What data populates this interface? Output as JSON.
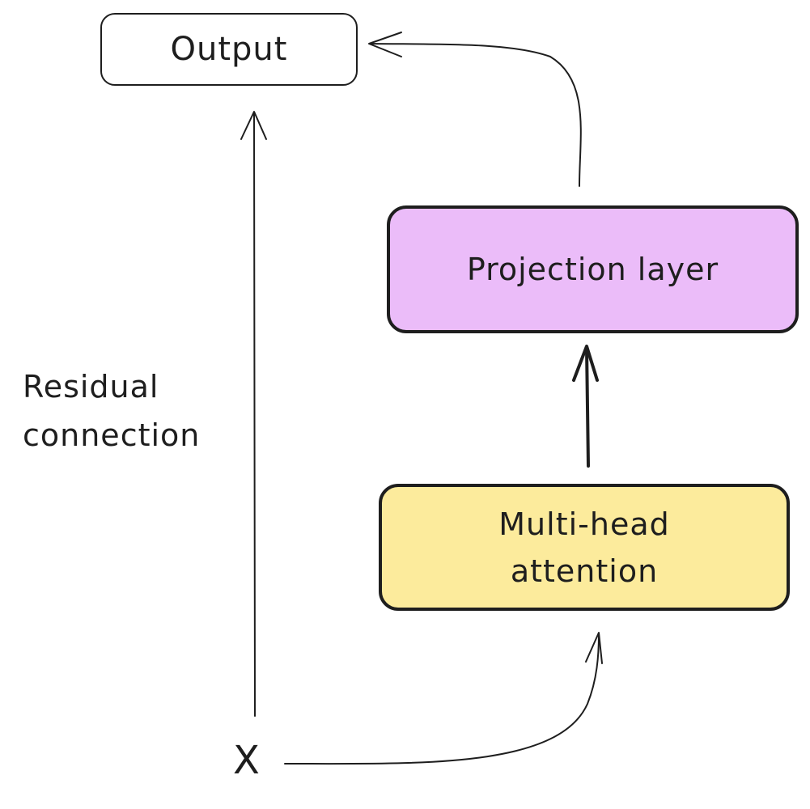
{
  "nodes": {
    "output": "Output",
    "projection": "Projection layer",
    "attention_line1": "Multi-head",
    "attention_line2": "attention"
  },
  "labels": {
    "residual_line1": "Residual",
    "residual_line2": "connection",
    "input": "X"
  },
  "colors": {
    "projection_fill": "#ebbcf9",
    "attention_fill": "#fceb9c",
    "stroke": "#1e1e1e"
  }
}
